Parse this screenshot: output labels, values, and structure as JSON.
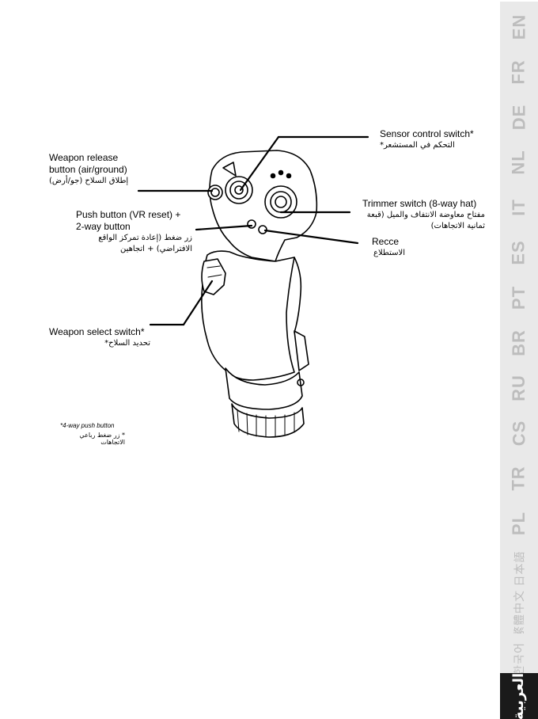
{
  "callouts": {
    "sensor_control": {
      "en": "Sensor control switch*",
      "ar": "التحكم في المستشعر*"
    },
    "weapon_release": {
      "en_line1": "Weapon release",
      "en_line2": "button (air/ground)",
      "ar": "إطلاق السلاح (جو/أرض)"
    },
    "trimmer": {
      "en": "Trimmer switch (8-way hat)",
      "ar_line1": "مفتاح معاوضة الانتفاف والميل (قبعة",
      "ar_line2": "ثمانية الاتجاهات)"
    },
    "push_button": {
      "en_line1": "Push button (VR reset) +",
      "en_line2": "2-way button",
      "ar_line1": "زر ضغط (إعادة تمركز الواقع",
      "ar_line2": "الافتراضي) + اتجاهين"
    },
    "recce": {
      "en": "Recce",
      "ar": "الاستطلاع"
    },
    "weapon_select": {
      "en": "Weapon select switch*",
      "ar": "تحديد السلاح*"
    }
  },
  "footnote": {
    "en": "*4-way push button",
    "ar": "* زر ضغط رباعي الاتجاهات"
  },
  "language_tabs": [
    "EN",
    "FR",
    "DE",
    "NL",
    "IT",
    "ES",
    "PT",
    "BR",
    "RU",
    "CS",
    "TR",
    "PL",
    "日本語",
    "繁體中文",
    "한국어",
    "العربية"
  ],
  "active_tab": "العربية"
}
